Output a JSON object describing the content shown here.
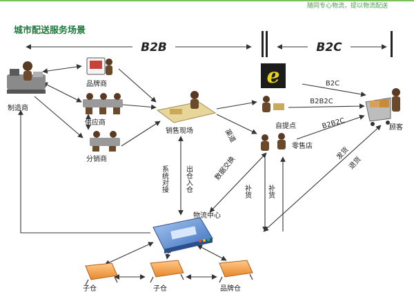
{
  "header": {
    "title": "城市配送服务场景",
    "tagline": "随同专心物流，提以物流配送"
  },
  "sections": {
    "b2b": "B2B",
    "b2c": "B2C"
  },
  "nodes": {
    "manufacturer": "制造商",
    "brand": "品牌商",
    "supplier": "供应商",
    "distributor": "分销商",
    "sales_site": "销售现场",
    "pickup_point": "自提点",
    "retail_store": "零售店",
    "customer": "顾客",
    "logistics_center": "物流中心",
    "sub_warehouse_1": "子仓",
    "sub_warehouse_2": "子仓",
    "brand_warehouse": "品牌仓"
  },
  "edge_labels": {
    "b2c": "B2C",
    "b2b2c_1": "B2B2C",
    "b2b2c_2": "B2B2C",
    "channel": "渠道",
    "system_docking": "系统对接",
    "in_out_warehouse": "出仓入仓",
    "data_exchange": "数据交换",
    "delivery": "发货",
    "return": "退货",
    "restock_1": "补货",
    "restock_2": "补货"
  },
  "icons": {
    "ecommerce": "e-commerce-icon"
  },
  "colors": {
    "title": "#1a7a3a",
    "logistics_center": "#5b8fd6",
    "warehouse": "#f5a24a",
    "ecommerce_bg": "#1c1c1c",
    "ecommerce_letter": "#e7d21e"
  }
}
